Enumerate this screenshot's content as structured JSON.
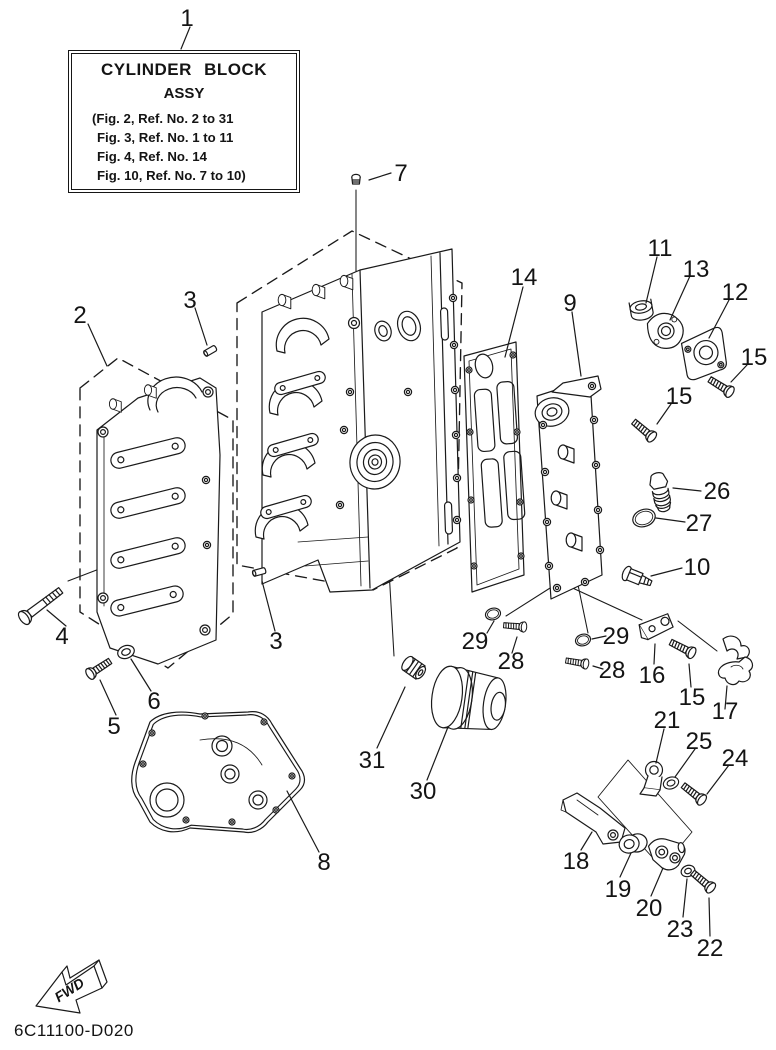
{
  "title_box": {
    "title_line1": "CYLINDER BLOCK",
    "title_line2": "ASSY",
    "refs": [
      "(Fig. 2, Ref. No. 2 to 31",
      "Fig. 3, Ref. No. 1 to 11",
      "Fig. 4, Ref. No. 14",
      "Fig. 10, Ref. No. 7 to 10)"
    ]
  },
  "footer": {
    "drawing_code": "6C11100-D020"
  },
  "fwd_arrow": {
    "label": "FWD"
  },
  "colors": {
    "line": "#1a1a1a",
    "background": "#ffffff"
  },
  "callouts": {
    "c1": "1",
    "c2": "2",
    "c3a": "3",
    "c3b": "3",
    "c4": "4",
    "c5": "5",
    "c6": "6",
    "c7": "7",
    "c8": "8",
    "c9": "9",
    "c10": "10",
    "c11": "11",
    "c12": "12",
    "c13": "13",
    "c14": "14",
    "c15a": "15",
    "c15b": "15",
    "c15c": "15",
    "c16": "16",
    "c17": "17",
    "c18": "18",
    "c19": "19",
    "c20": "20",
    "c21": "21",
    "c22": "22",
    "c23": "23",
    "c24": "24",
    "c25": "25",
    "c26": "26",
    "c27": "27",
    "c28a": "28",
    "c28b": "28",
    "c29a": "29",
    "c29b": "29",
    "c30": "30",
    "c31": "31"
  }
}
